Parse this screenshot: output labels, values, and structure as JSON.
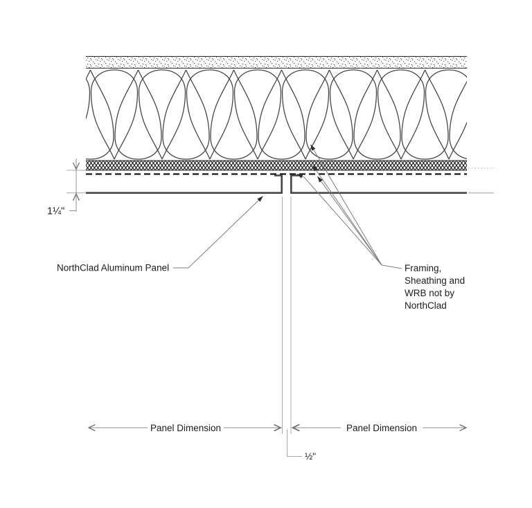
{
  "drawing": {
    "labels": {
      "panel": "NorthClad Aluminum Panel",
      "note_line1": "Framing,",
      "note_line2": "Sheathing and",
      "note_line3": "WRB not by",
      "note_line4": "NorthClad"
    },
    "dimensions": {
      "panel_depth": "1¼\"",
      "joint_width": "½\"",
      "panel_left": "Panel Dimension",
      "panel_right": "Panel Dimension"
    },
    "colors": {
      "background": "#ffffff",
      "line_dark": "#3f3f3f",
      "panel_line": "#474747",
      "hatch_dark": "#1a1a1a",
      "dimension_gray": "#8f8f8f",
      "text": "#1c1c1c"
    }
  }
}
